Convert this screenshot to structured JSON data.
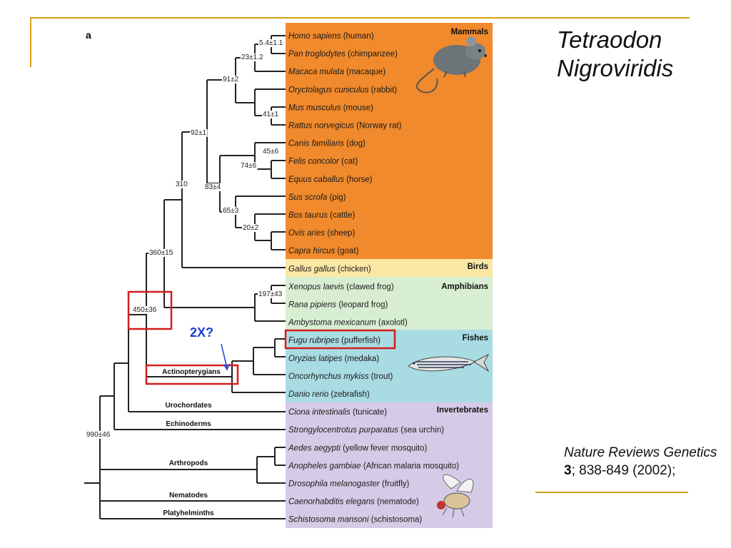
{
  "panel_label": "a",
  "title_line1": "Tetraodon",
  "title_line2": "Nigroviridis",
  "citation": {
    "journal": "Nature Reviews Genetics",
    "volume": "3",
    "pages": "; 838-849 (2002);"
  },
  "annotation": "2X?",
  "groups": {
    "mammals": "Mammals",
    "birds": "Birds",
    "amphibians": "Amphibians",
    "fishes": "Fishes",
    "invertebrates": "Invertebrates"
  },
  "colors": {
    "mammals": "#f08a2c",
    "birds": "#fbe8a4",
    "amphibians": "#d8eed2",
    "fishes": "#a9dbe3",
    "invertebrates": "#d6cbe6",
    "highlight": "#d41c1c",
    "annotation": "#1a3fd4"
  },
  "species": [
    {
      "latin": "Homo sapiens",
      "common": "(human)"
    },
    {
      "latin": "Pan troglodytes",
      "common": "(chimpanzee)"
    },
    {
      "latin": "Macaca mulata",
      "common": "(macaque)"
    },
    {
      "latin": "Oryctolagus cuniculus",
      "common": "(rabbit)"
    },
    {
      "latin": "Mus musculus",
      "common": "(mouse)"
    },
    {
      "latin": "Rattus norvegicus",
      "common": "(Norway rat)"
    },
    {
      "latin": "Canis familiaris",
      "common": "(dog)"
    },
    {
      "latin": "Felis concolor",
      "common": "(cat)"
    },
    {
      "latin": "Equus caballus",
      "common": "(horse)"
    },
    {
      "latin": "Sus scrofa",
      "common": "(pig)"
    },
    {
      "latin": "Bos taurus",
      "common": "(cattle)"
    },
    {
      "latin": "Ovis aries",
      "common": "(sheep)"
    },
    {
      "latin": "Capra hircus",
      "common": "(goat)"
    },
    {
      "latin": "Gallus gallus",
      "common": "(chicken)"
    },
    {
      "latin": "Xenopus laevis",
      "common": "(clawed frog)"
    },
    {
      "latin": "Rana pipiens",
      "common": "(leopard frog)"
    },
    {
      "latin": "Ambystoma mexicanum",
      "common": "(axolotl)"
    },
    {
      "latin": "Fugu rubripes",
      "common": "(pufferfish)"
    },
    {
      "latin": "Oryzias latipes",
      "common": "(medaka)"
    },
    {
      "latin": "Oncorhynchus mykiss",
      "common": "(trout)"
    },
    {
      "latin": "Danio rerio",
      "common": "(zebrafish)"
    },
    {
      "latin": "Ciona intestinalis",
      "common": "(tunicate)"
    },
    {
      "latin": "Strongylocentrotus purparatus",
      "common": "(sea urchin)"
    },
    {
      "latin": "Aedes aegypti",
      "common": "(yellow fever mosquito)"
    },
    {
      "latin": "Anopheles gambiae",
      "common": "(African malaria mosquito)"
    },
    {
      "latin": "Drosophila melanogaster",
      "common": "(fruitfly)"
    },
    {
      "latin": "Caenorhabditis elegans",
      "common": "(nematode)"
    },
    {
      "latin": "Schistosoma mansoni",
      "common": "(schistosoma)"
    }
  ],
  "node_labels": {
    "human_chimp": "5.4±1.1",
    "primates": "23±1.2",
    "euarchontoglires": "91±2",
    "rodents": "41±1",
    "placentals": "92±1",
    "cat_horse": "45±6",
    "carnivores_horse": "74±6",
    "laurasiatheria": "83±4",
    "ruminants_pig": "65±3",
    "sheep_goat": "20±2",
    "amniotes": "310",
    "tetrapods": "360±15",
    "frogs": "197±43",
    "vertebrates": "450±36",
    "bilateria": "990±46"
  },
  "branch_labels": {
    "actinopterygians": "Actinopterygians",
    "urochordates": "Urochordates",
    "echinoderms": "Echinoderms",
    "arthropods": "Arthropods",
    "nematodes": "Nematodes",
    "platyhelminths": "Platyhelminths"
  }
}
